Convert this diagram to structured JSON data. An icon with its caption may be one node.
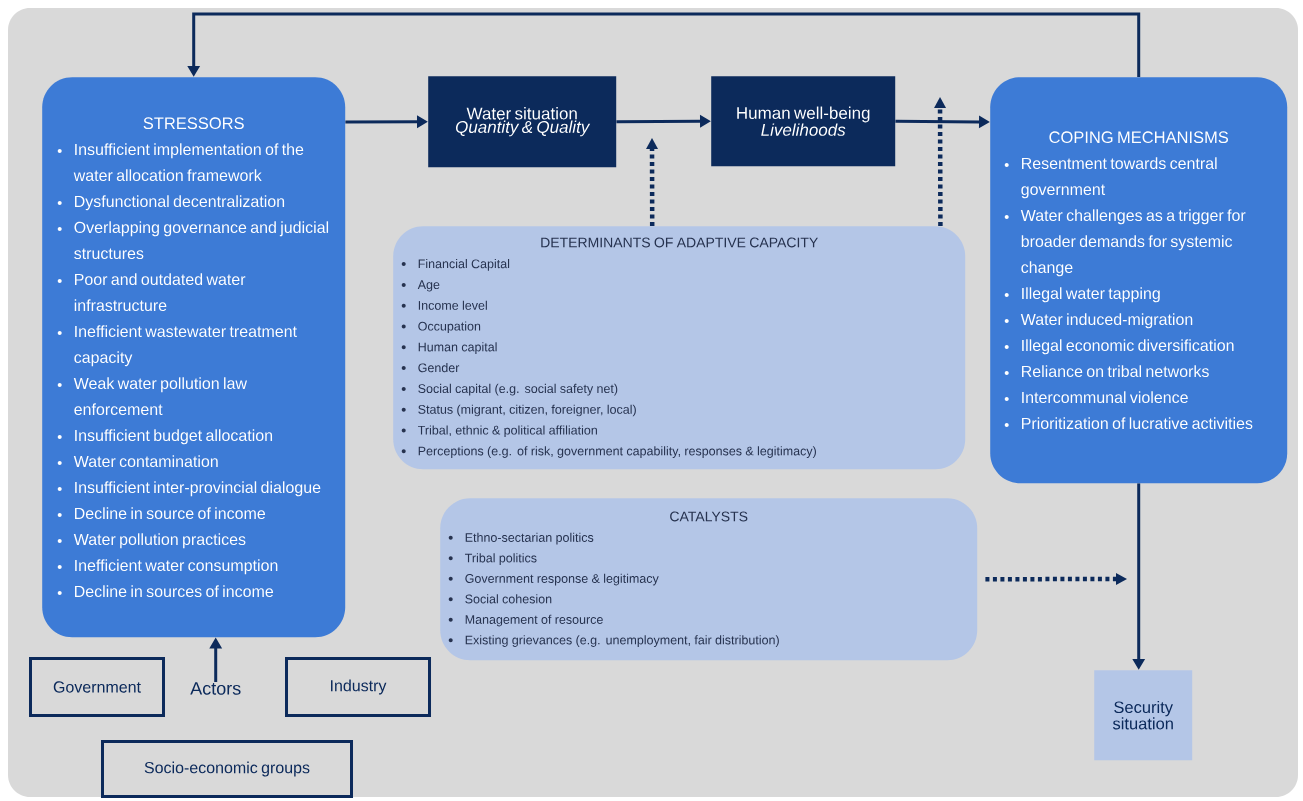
{
  "diagram": {
    "nodes": [
      {
        "text": [
          "STRESSORS",
          "Insufficient implementation of the water allocation framework",
          "Dysfunctional decentralization",
          "Overlapping governance and judicial structures",
          "Poor and outdated water infrastructure",
          "Inefficient wastewater treatment capacity",
          "Weak water pollution law enforcement",
          "Insufficient budget allocation",
          "Water contamination",
          "Insufficient inter-provincial dialogue",
          "Decline in source of income",
          "Water pollution practices",
          "Inefficient water consumption",
          "Decline in sources of income"
        ]
      },
      {
        "text": [
          "Water situation",
          "Quantity & Quality"
        ]
      },
      {
        "text": [
          "Human well-being",
          "Livelihoods"
        ]
      },
      {
        "text": [
          "COPING MECHANISMS",
          "Resentment towards central government",
          "Water challenges as a trigger for broader demands for systemic change",
          "Illegal water tapping",
          "Water induced-migration",
          "Illegal economic diversification",
          "Reliance on tribal networks",
          "Intercommunal violence",
          "Prioritization of lucrative activities"
        ]
      },
      {
        "text": [
          "DETERMINANTS OF ADAPTIVE CAPACITY",
          "Financial Capital",
          "Age",
          "Income level",
          "Occupation",
          "Human capital",
          "Gender",
          "Social capital (e.g. social safety net)",
          "Status (migrant, citizen, foreigner, local)",
          "Tribal, ethnic & political affiliation",
          "Perceptions (e.g. of risk, government capability, responses & legitimacy)"
        ]
      },
      {
        "text": [
          "CATALYSTS",
          "Ethno-sectarian politics",
          "Tribal politics",
          "Government response & legitimacy",
          "Social cohesion",
          "Management of resource",
          "Existing grievances (e.g. unemployment, fair distribution)"
        ]
      },
      {
        "text": [
          "Security situation"
        ]
      },
      {
        "text": [
          "Government"
        ]
      },
      {
        "text": [
          "Actors"
        ]
      },
      {
        "text": [
          "Industry"
        ]
      },
      {
        "text": [
          "Socio-economic groups"
        ]
      }
    ],
    "edges": [
      {
        "from": 0,
        "to": 1,
        "arrow": "to"
      },
      {
        "from": 1,
        "to": 2,
        "arrow": "to"
      },
      {
        "from": 2,
        "to": 3,
        "arrow": "to"
      },
      {
        "from": 3,
        "to": 0,
        "arrow": "to"
      },
      {
        "from": 3,
        "to": 6,
        "arrow": "to"
      },
      {
        "from": 4,
        "to": null,
        "arrow": "to",
        "style": "dashed"
      },
      {
        "from": 4,
        "to": null,
        "arrow": "to",
        "style": "dashed"
      },
      {
        "from": 5,
        "to": null,
        "arrow": "to",
        "style": "dashed"
      },
      {
        "from": 8,
        "to": 0,
        "arrow": "to"
      }
    ]
  }
}
